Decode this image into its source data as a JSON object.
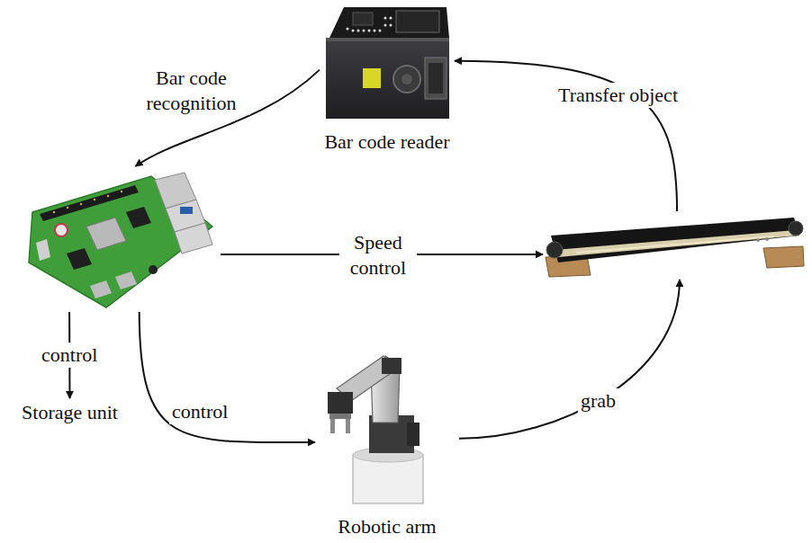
{
  "diagram": {
    "nodes": [
      {
        "text": [
          "Bar code reader"
        ]
      },
      {
        "text": []
      },
      {
        "text": []
      },
      {
        "text": [
          "Storage unit"
        ]
      },
      {
        "text": [
          "Robotic arm"
        ]
      }
    ],
    "edges": [
      {
        "from": 0,
        "to": 1,
        "label": "Bar code recognition",
        "arrow": "to"
      },
      {
        "from": 1,
        "to": 2,
        "label": "Speed control",
        "arrow": "to"
      },
      {
        "from": 1,
        "to": 3,
        "label": "control",
        "arrow": "to"
      },
      {
        "from": 1,
        "to": 4,
        "label": "control",
        "arrow": "to"
      },
      {
        "from": 4,
        "to": 2,
        "label": "grab",
        "arrow": "to"
      },
      {
        "from": 2,
        "to": 0,
        "label": "Transfer object",
        "arrow": "to"
      }
    ]
  }
}
